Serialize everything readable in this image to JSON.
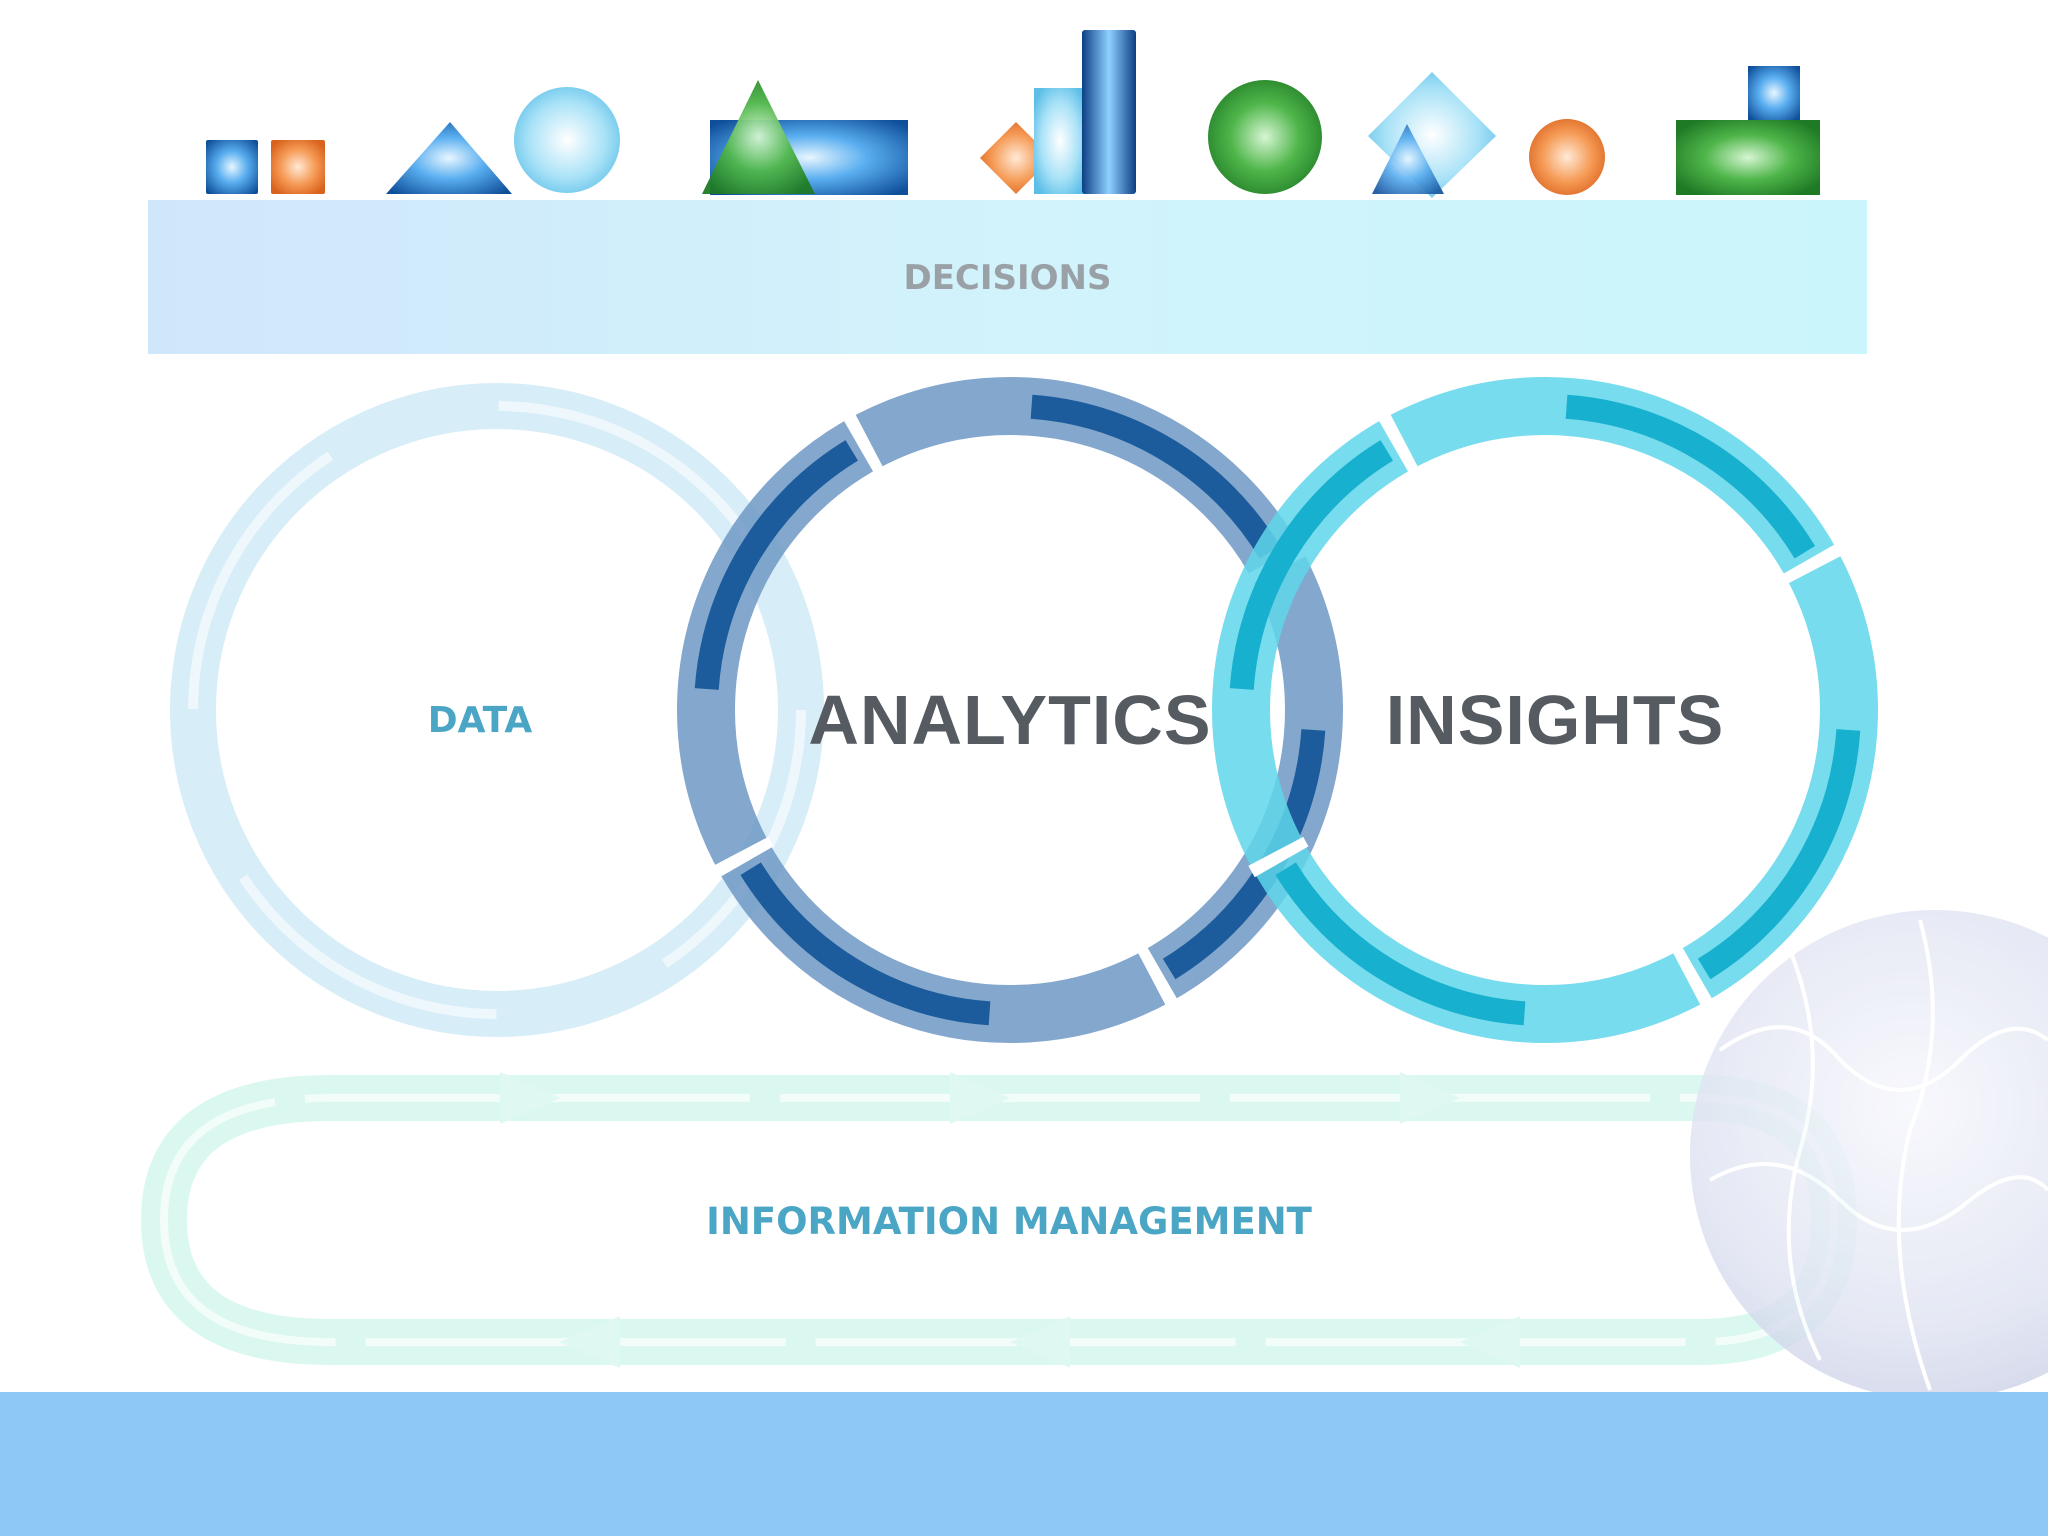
{
  "diagram": {
    "top_label": "DECISIONS",
    "cycles": [
      {
        "label": "DATA",
        "color": "#a7d8ee",
        "style": "faded"
      },
      {
        "label": "ANALYTICS",
        "color": "#1c5c9c",
        "style": "strong"
      },
      {
        "label": "INSIGHTS",
        "color": "#2cc0da",
        "style": "strong"
      }
    ],
    "bottom_label": "INFORMATION MANAGEMENT"
  },
  "colors": {
    "decisions_band": "#cfeff8",
    "blue_shape": "#3a86d4",
    "orange_shape": "#f0843a",
    "green_shape": "#2e9a36",
    "footer_band": "#8ec8f6",
    "info_mgmt_loop": "#bdf2e4"
  },
  "decorations": {
    "shapes": [
      "square-icon",
      "square-icon",
      "triangle-icon",
      "circle-icon",
      "triangle-icon",
      "rectangle-icon",
      "diamond-icon",
      "rectangle-icon",
      "bar-icon",
      "circle-icon",
      "diamond-icon",
      "triangle-icon",
      "circle-icon",
      "rectangle-icon",
      "square-icon"
    ],
    "globe": "puzzle-globe-icon"
  }
}
